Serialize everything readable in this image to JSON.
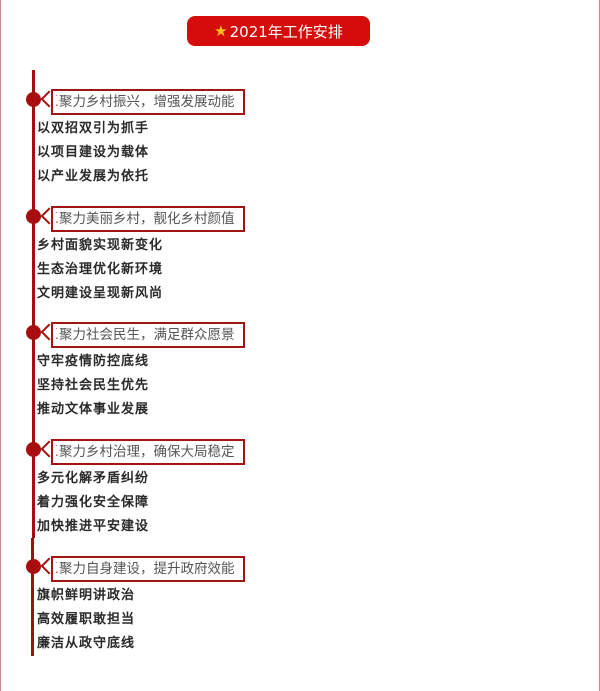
{
  "title": {
    "icon": "star-icon",
    "text": "2021年工作安排"
  },
  "colors": {
    "accent": "#d40c0c",
    "line": "#a01010"
  },
  "sections": [
    {
      "heading": "聚力乡村振兴，增强发展动能",
      "items": [
        "以双招双引为抓手",
        "以项目建设为载体",
        "以产业发展为依托"
      ]
    },
    {
      "heading": "聚力美丽乡村，靓化乡村颜值",
      "items": [
        "乡村面貌实现新变化",
        "生态治理优化新环境",
        "文明建设呈现新风尚"
      ]
    },
    {
      "heading": "聚力社会民生，满足群众愿景",
      "items": [
        "守牢疫情防控底线",
        "坚持社会民生优先",
        "推动文体事业发展"
      ]
    },
    {
      "heading": "聚力乡村治理，确保大局稳定",
      "items": [
        "多元化解矛盾纠纷",
        "着力强化安全保障",
        "加快推进平安建设"
      ]
    },
    {
      "heading": "聚力自身建设，提升政府效能",
      "items": [
        "旗帜鲜明讲政治",
        "高效履职敢担当",
        "廉洁从政守底线"
      ]
    }
  ]
}
